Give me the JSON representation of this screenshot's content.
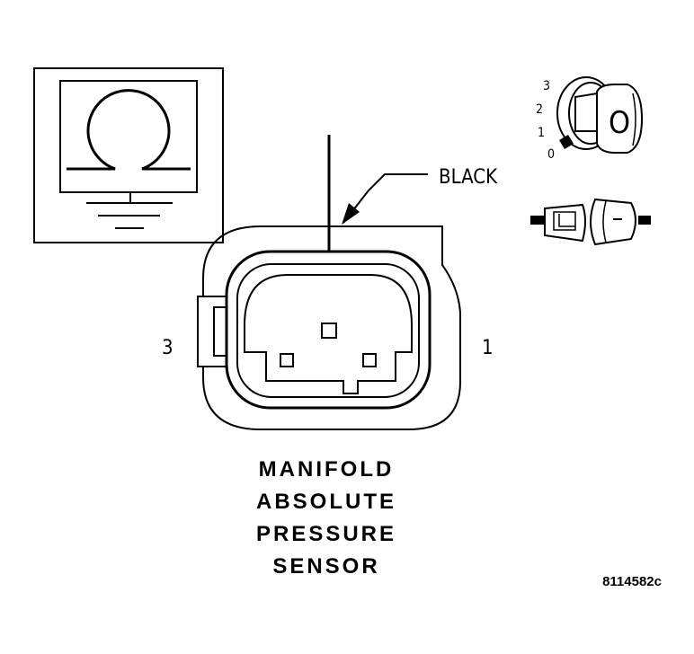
{
  "meter": {
    "symbol": "Ω"
  },
  "wire": {
    "color_label": "BLACK"
  },
  "connector": {
    "pin_left": "3",
    "pin_right": "1"
  },
  "sensor": {
    "title_lines": [
      "MANIFOLD",
      "ABSOLUTE",
      "PRESSURE",
      "SENSOR"
    ]
  },
  "ignition": {
    "positions": [
      "3",
      "2",
      "1",
      "0"
    ],
    "key_symbol": "O"
  },
  "figure": {
    "id": "8114582c"
  }
}
